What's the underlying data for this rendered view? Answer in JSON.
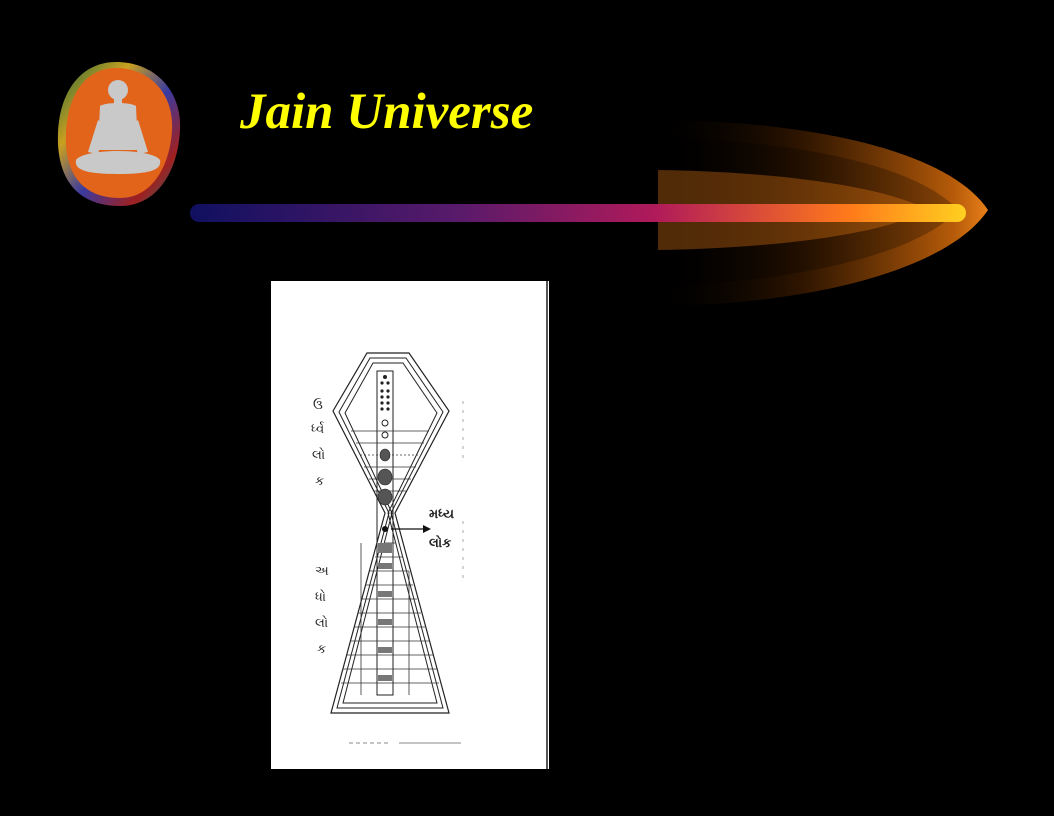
{
  "slide": {
    "title": "Jain Universe"
  },
  "logo": {
    "icon": "meditating-tirthankara-icon",
    "colors": {
      "background": "#e2631a",
      "figure": "#c9c9c9"
    }
  },
  "accent": {
    "bar_gradient": [
      "#101060",
      "#6a1a6a",
      "#c01a5a",
      "#ff7a1a",
      "#ffd020"
    ]
  },
  "diagram": {
    "upper_world_label": [
      "ઉ",
      "ર્ધ્વ",
      "લો",
      "ક"
    ],
    "middle_world_label": [
      "મધ્ય",
      "લોક"
    ],
    "lower_world_label": [
      "અ",
      "ધો",
      "લો",
      "ક"
    ]
  }
}
